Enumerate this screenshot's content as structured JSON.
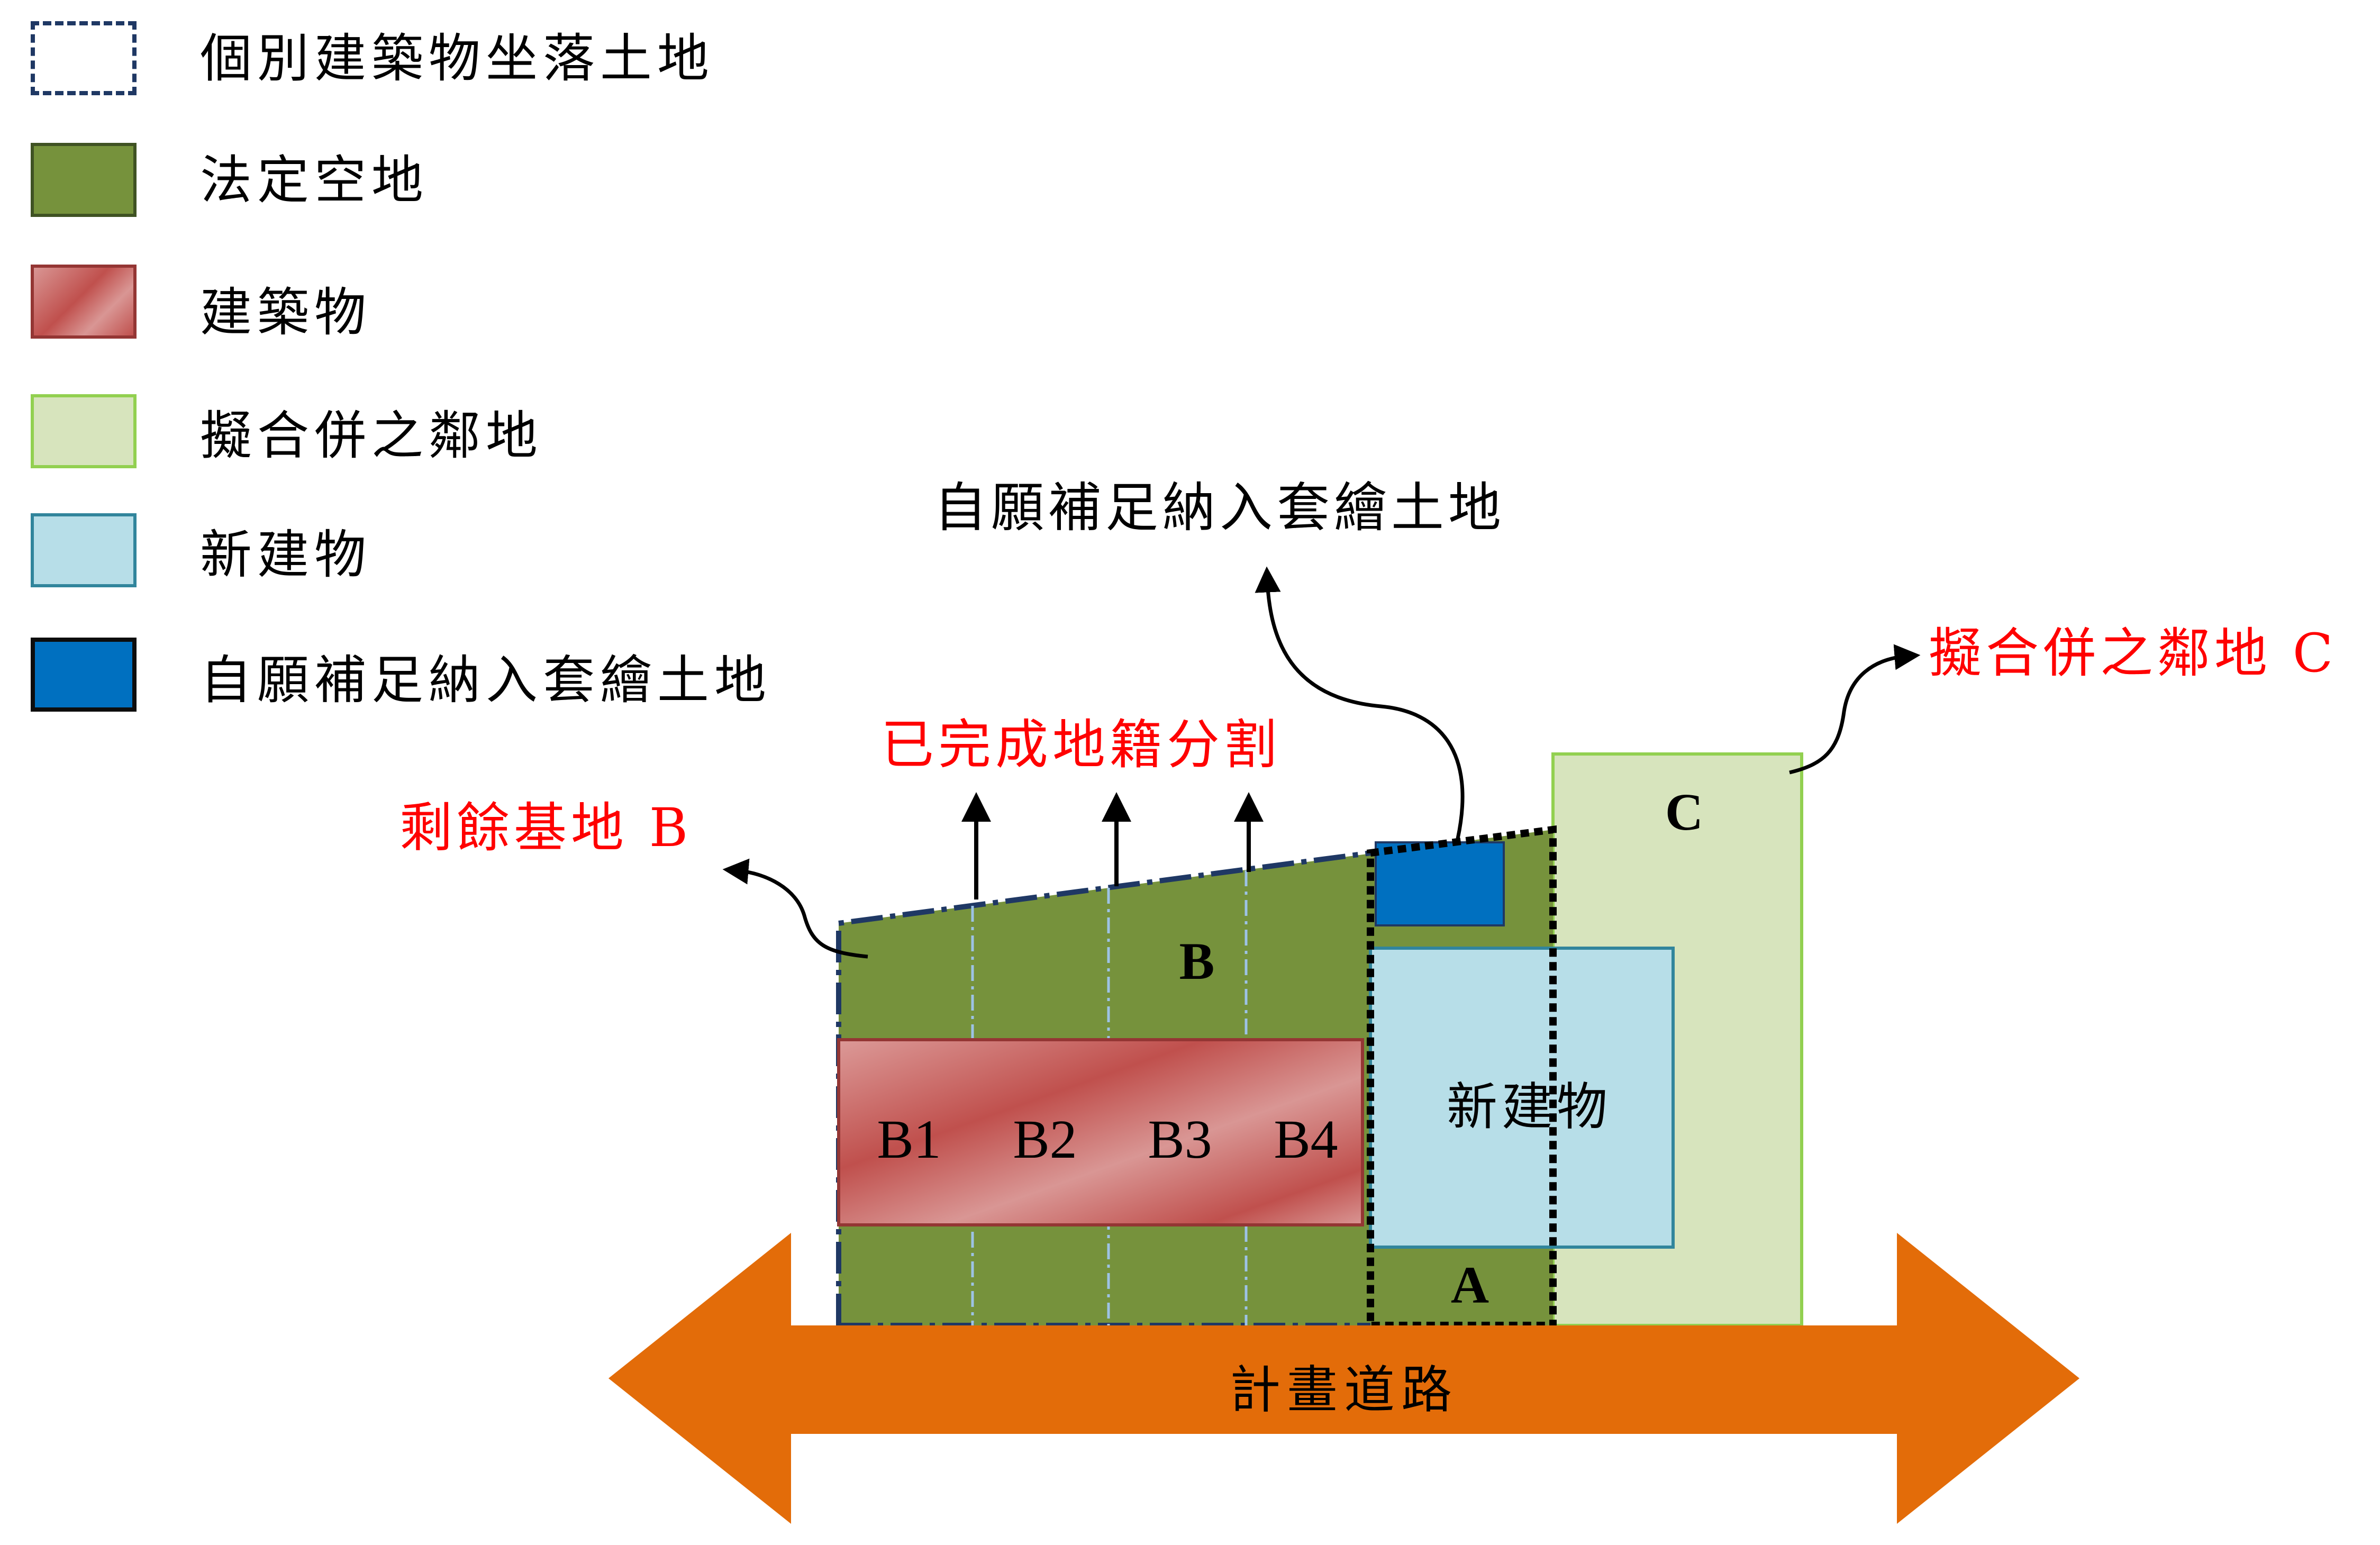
{
  "legend": {
    "items": [
      {
        "label": "個別建築物坐落土地",
        "icon": "dashed-boundary-swatch"
      },
      {
        "label": "法定空地",
        "icon": "green-swatch",
        "color": "#76923c"
      },
      {
        "label": "建築物",
        "icon": "red-swatch",
        "color": "#c0504d"
      },
      {
        "label": "擬合併之鄰地",
        "icon": "light-green-swatch",
        "color": "#d7e4bd"
      },
      {
        "label": "新建物",
        "icon": "light-blue-swatch",
        "color": "#b7dee8"
      },
      {
        "label": "自願補足納入套繪土地",
        "icon": "blue-swatch",
        "color": "#0070c0"
      }
    ]
  },
  "callouts": {
    "top_black": "自願補足納入套繪土地",
    "merge_red": "擬合併之鄰地 C",
    "division_red": "已完成地籍分割",
    "remaining_red": "剩餘基地 B"
  },
  "diagram": {
    "lot_b_label": "B",
    "lot_a_label": "A",
    "lot_c_label": "C",
    "building_parts": [
      "B1",
      "B2",
      "B3",
      "B4"
    ],
    "new_building_label": "新建物",
    "road_label": "計畫道路",
    "colors": {
      "open_space": "#76923c",
      "building": "#c0504d",
      "neighbor": "#d7e4bd",
      "new_building": "#b7dee8",
      "voluntary_land": "#0070c0",
      "road": "#e36c09",
      "callout_red": "#ff0000",
      "boundary": "#1f3864"
    }
  }
}
